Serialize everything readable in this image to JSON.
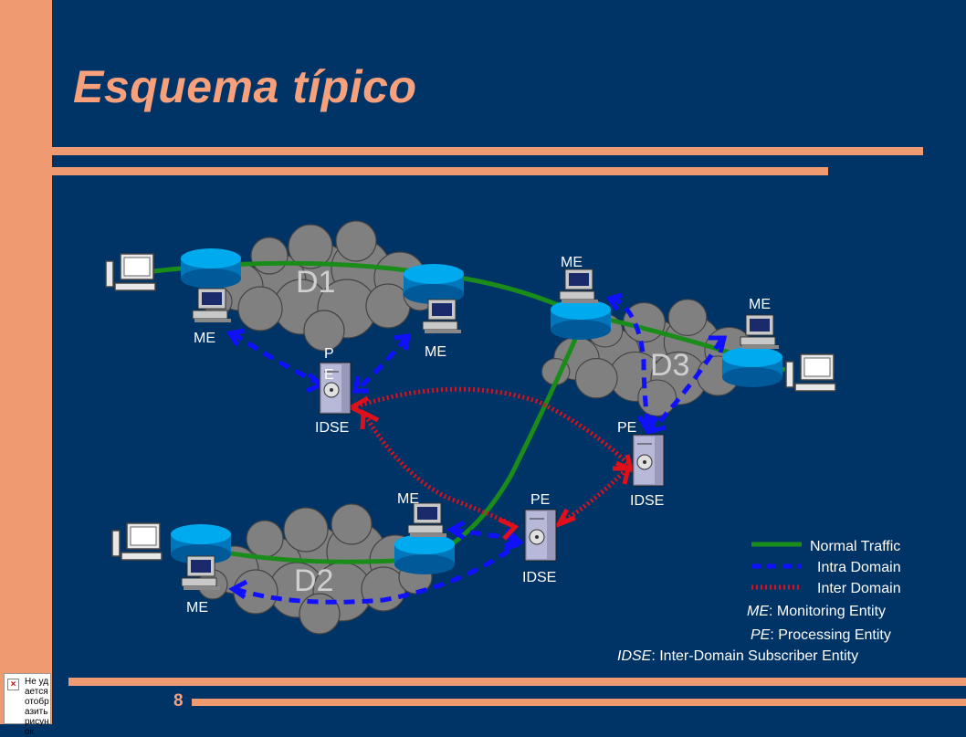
{
  "slide": {
    "title": "Esquema típico",
    "page_number": "8",
    "broken_image_alt": "Не удается отобразить рисунок"
  },
  "colors": {
    "background": "#003366",
    "accent": "#f09a72",
    "normal_traffic": "#1a8c1a",
    "intra_domain": "#1010ff",
    "inter_domain": "#e0101a",
    "router_blue": "#0099dd",
    "cloud_gray": "#808080"
  },
  "diagram": {
    "domains": {
      "d1": "D1",
      "d2": "D2",
      "d3": "D3"
    },
    "labels": {
      "me_d1_left": "ME",
      "me_d1_right": "ME",
      "me_d2_left": "ME",
      "me_d2_right": "ME",
      "me_d3_top": "ME",
      "me_d3_right": "ME",
      "pe_d1_p": "P",
      "pe_d1_e": "E",
      "idse_d1": "IDSE",
      "pe_d2": "PE",
      "idse_d2": "IDSE",
      "pe_d3": "PE",
      "idse_d3": "IDSE"
    }
  },
  "legend": {
    "normal": "Normal Traffic",
    "intra": "Intra Domain",
    "inter": "Inter Domain",
    "me_abbr": "ME",
    "me_def": ": Monitoring Entity",
    "pe_abbr": "PE",
    "pe_def": ": Processing Entity",
    "idse_abbr": "IDSE",
    "idse_def": ": Inter-Domain Subscriber Entity"
  }
}
